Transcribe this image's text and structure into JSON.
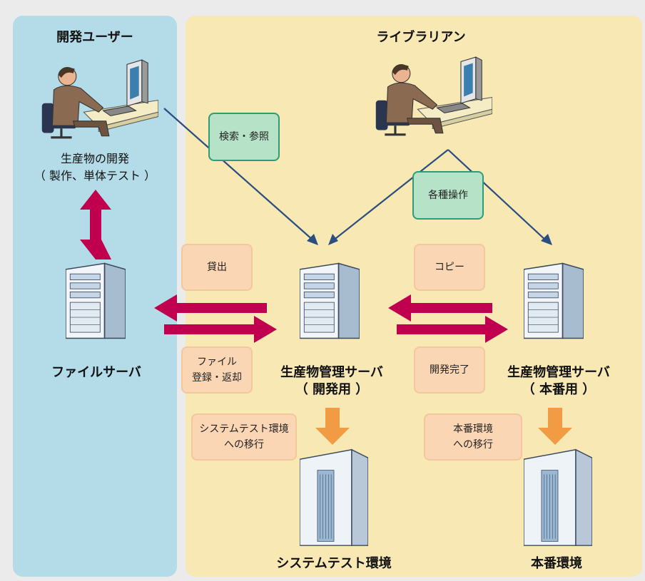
{
  "zones": {
    "dev_user": "開発ユーザー",
    "librarian": "ライブラリアン"
  },
  "dev_user_caption": {
    "line1": "生産物の開発",
    "line2": "（ 製作、単体テスト ）"
  },
  "servers": {
    "file_server": "ファイルサーバ",
    "dev_server_line1": "生産物管理サーバ",
    "dev_server_line2": "（ 開発用 ）",
    "prod_server_line1": "生産物管理サーバ",
    "prod_server_line2": "（ 本番用 ）",
    "system_test_env": "システムテスト環境",
    "production_env": "本番環境"
  },
  "actions": {
    "search_reference": "検索・参照",
    "various_operations": "各種操作",
    "checkout": "貸出",
    "file_register_line1": "ファイル",
    "file_register_line2": "登録・返却",
    "copy": "コピー",
    "dev_complete": "開発完了",
    "migrate_system_test_line1": "システムテスト環境",
    "migrate_system_test_line2": "への移行",
    "migrate_production_line1": "本番環境",
    "migrate_production_line2": "への移行"
  },
  "colors": {
    "dev_zone": "#b3dbe8",
    "library_zone": "#f7e8b4",
    "transfer_arrow": "#c0004f",
    "user_arrow": "#2b4d7f",
    "migrate_arrow": "#f29b45",
    "green_box": "#b6e2c8",
    "peach_box": "#fbd6b4"
  }
}
